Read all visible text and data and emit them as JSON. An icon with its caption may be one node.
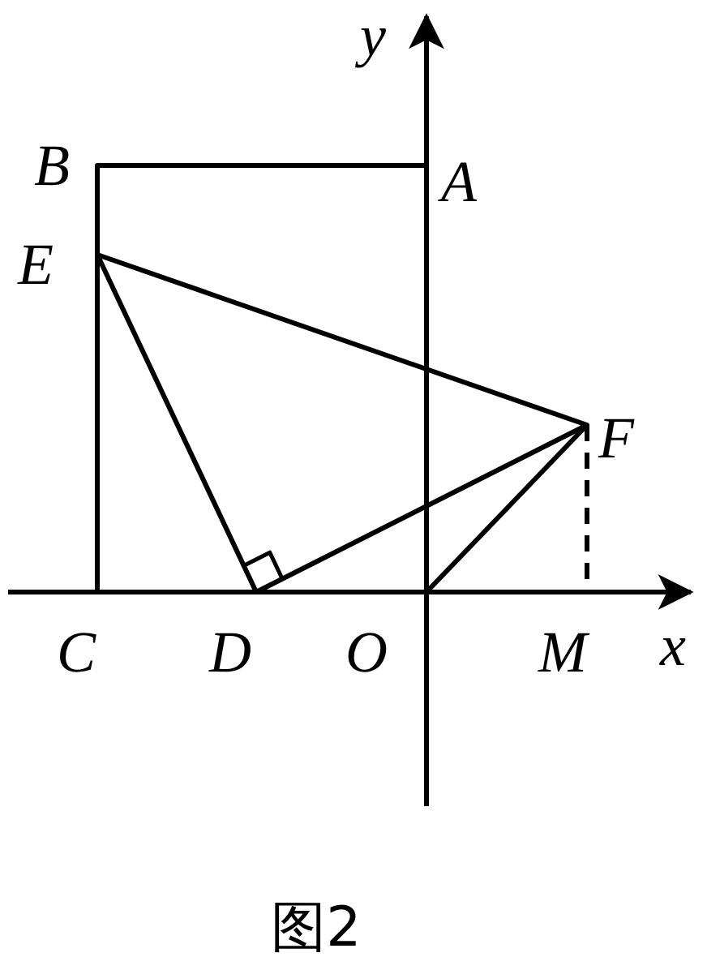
{
  "diagram": {
    "caption": "图2",
    "labels": [
      "y",
      "B",
      "A",
      "E",
      "F",
      "C",
      "D",
      "O",
      "M",
      "x"
    ]
  }
}
